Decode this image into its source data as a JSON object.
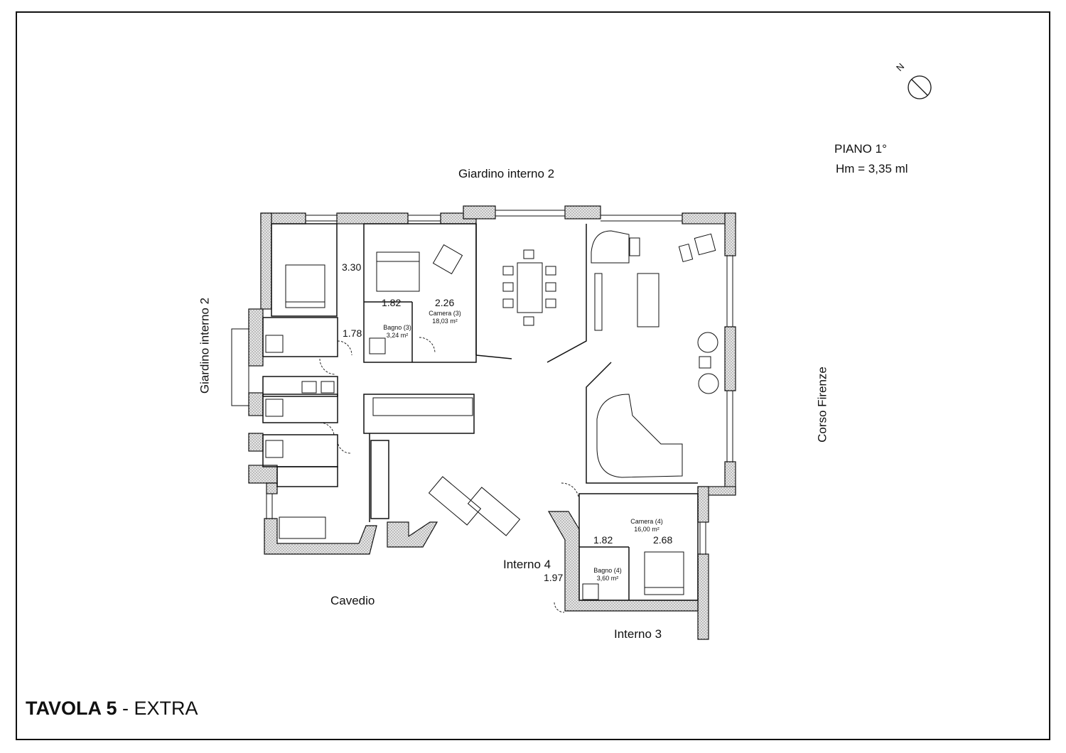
{
  "sheet": {
    "title_bold": "TAVOLA 5",
    "title_rest": "- EXTRA"
  },
  "floor_info": {
    "level": "PIANO 1°",
    "height": "Hm = 3,35 ml"
  },
  "compass": {
    "north_label": "N"
  },
  "surroundings": {
    "top": "Giardino interno 2",
    "left": "Giardino interno 2",
    "right": "Corso Firenze",
    "bottom_left": "Cavedio",
    "bottom_right": "Interno 3",
    "entry": "Interno 4"
  },
  "rooms": {
    "camera3": {
      "name": "Camera",
      "num": "(3)",
      "area": "18,03 m²"
    },
    "bagno3": {
      "name": "Bagno",
      "num": "(3)",
      "area": "3,24 m²"
    },
    "camera4": {
      "name": "Camera",
      "num": "(4)",
      "area": "16,00 m²"
    },
    "bagno4": {
      "name": "Bagno",
      "num": "(4)",
      "area": "3,60 m²"
    }
  },
  "dimensions": {
    "d330": "3.30",
    "d182a": "1.82",
    "d226": "2.26",
    "d178": "1.78",
    "d182b": "1.82",
    "d268": "2.68",
    "d197": "1.97"
  },
  "colors": {
    "ink": "#111111",
    "wall_fill": "#d9d9d9",
    "paper": "#ffffff"
  }
}
